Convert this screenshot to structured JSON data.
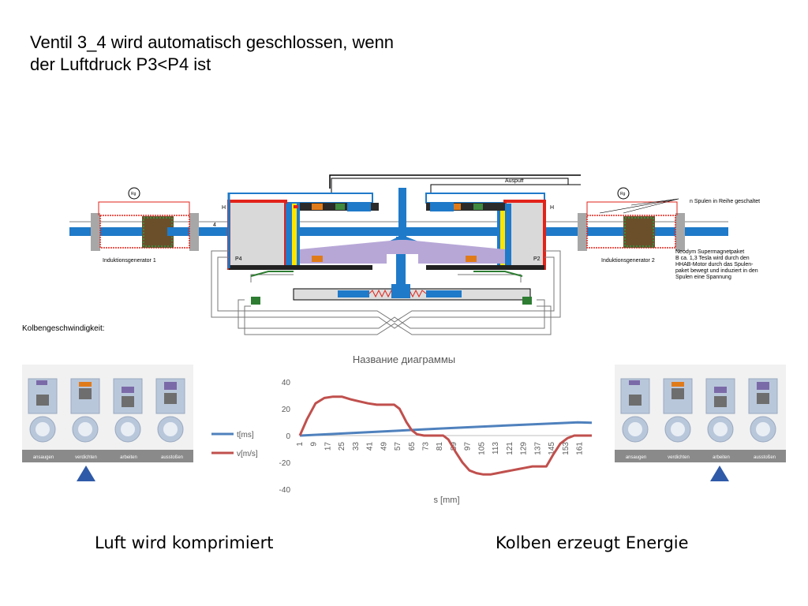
{
  "title": {
    "line1": "Ventil 3_4 wird automatisch geschlossen, wenn",
    "line2": "der Luftdruck P3<P4 ist"
  },
  "diagram": {
    "auspuff": "Auspuff",
    "label_H_left": "H",
    "label_H_right": "H",
    "label_4": "4",
    "label_P4": "P4",
    "label_P2": "P2",
    "gen1": "Induktionsgenerator 1",
    "gen2": "Induktionsgenerator 2",
    "spulen": "n Spulen in Reihe geschaltet",
    "neodym": [
      "Neodym Supermagnetpaket",
      "B ca. 1,3 Tesla wird durch den",
      "HHAB-Motor durch das Spulen-",
      "paket bewegt und induziert in den",
      "Spulen eine Spannung"
    ],
    "gauge_left": "Rg",
    "gauge_right": "Rg"
  },
  "kolben_label": "Kolbengeschwindigkeit:",
  "strips": {
    "labels": [
      "ansaugen",
      "verdichten",
      "arbeiten",
      "ausstoßen"
    ]
  },
  "captions": {
    "left": "Luft wird komprimiert",
    "right": "Kolben erzeugt Energie"
  },
  "colors": {
    "t_series": "#4f81bd",
    "v_series": "#c0504d",
    "marker": "#2f5aa8",
    "red": "#e2231a",
    "blue": "#1f7ac9"
  },
  "chart_data": {
    "type": "line",
    "title": "Название диаграммы",
    "xlabel": "s [mm]",
    "ylabel": "",
    "ylim": [
      -40,
      40
    ],
    "yticks": [
      40,
      20,
      0,
      -20,
      -40
    ],
    "xticks": [
      1,
      9,
      17,
      25,
      33,
      41,
      49,
      57,
      65,
      73,
      81,
      89,
      97,
      105,
      113,
      121,
      129,
      137,
      145,
      153,
      161
    ],
    "xrange": [
      1,
      168
    ],
    "grid": false,
    "legend": "left",
    "series": [
      {
        "name": "t[ms]",
        "x": [
          1,
          40,
          80,
          120,
          150,
          160,
          168
        ],
        "values": [
          0,
          2.5,
          5.2,
          7.6,
          9.3,
          9.8,
          9.5
        ]
      },
      {
        "name": "v[m/s]",
        "x": [
          1,
          5,
          10,
          15,
          20,
          25,
          30,
          35,
          40,
          45,
          50,
          55,
          58,
          62,
          65,
          68,
          72,
          76,
          80,
          83,
          86,
          90,
          94,
          98,
          102,
          106,
          110,
          114,
          118,
          122,
          126,
          130,
          134,
          138,
          142,
          146,
          150,
          154,
          158,
          162,
          166,
          168
        ],
        "values": [
          0,
          12,
          24,
          28,
          29,
          29,
          27,
          25.5,
          24,
          23,
          23,
          23,
          20,
          10,
          4,
          1,
          0,
          0,
          0,
          0,
          -3,
          -12,
          -20,
          -26,
          -28,
          -29,
          -29,
          -28,
          -27,
          -26,
          -25,
          -24,
          -23,
          -23,
          -23,
          -14,
          -6,
          -2,
          0,
          0,
          0,
          0
        ]
      }
    ]
  }
}
